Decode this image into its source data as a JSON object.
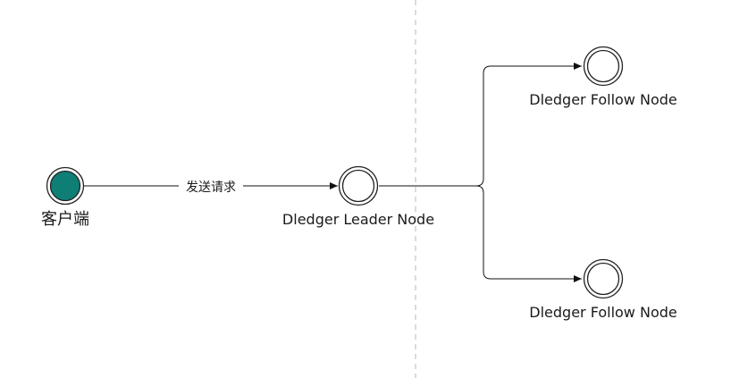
{
  "colors": {
    "client_fill": "#0f7f76",
    "node_stroke": "#222222",
    "edge_stroke": "#111111",
    "divider": "#b8b8b8",
    "background": "#ffffff"
  },
  "nodes": {
    "client": {
      "label": "客户端"
    },
    "leader": {
      "label": "Dledger Leader Node"
    },
    "follower_top": {
      "label": "Dledger Follow Node"
    },
    "follower_bottom": {
      "label": "Dledger Follow Node"
    }
  },
  "edges": {
    "client_to_leader": {
      "label": "发送请求"
    }
  }
}
